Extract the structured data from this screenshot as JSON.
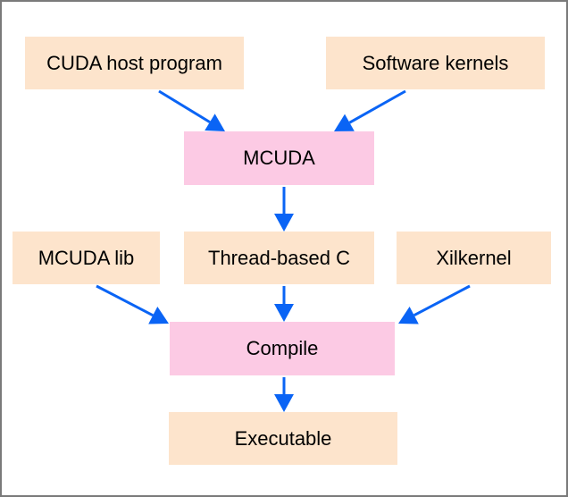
{
  "diagram": {
    "colors": {
      "input_box": "#fde4cc",
      "process_box": "#fccae4",
      "arrow": "#0a64f5",
      "border": "#7a7a7a"
    },
    "nodes": [
      {
        "id": "cuda-host",
        "label": "CUDA host program",
        "kind": "input_box"
      },
      {
        "id": "sw-kernels",
        "label": "Software kernels",
        "kind": "input_box"
      },
      {
        "id": "mcuda",
        "label": "MCUDA",
        "kind": "process_box"
      },
      {
        "id": "mcuda-lib",
        "label": "MCUDA lib",
        "kind": "input_box"
      },
      {
        "id": "thread-c",
        "label": "Thread-based C",
        "kind": "input_box"
      },
      {
        "id": "xilkernel",
        "label": "Xilkernel",
        "kind": "input_box"
      },
      {
        "id": "compile",
        "label": "Compile",
        "kind": "process_box"
      },
      {
        "id": "executable",
        "label": "Executable",
        "kind": "input_box"
      }
    ],
    "edges": [
      {
        "from": "cuda-host",
        "to": "mcuda"
      },
      {
        "from": "sw-kernels",
        "to": "mcuda"
      },
      {
        "from": "mcuda",
        "to": "thread-c"
      },
      {
        "from": "mcuda-lib",
        "to": "compile"
      },
      {
        "from": "thread-c",
        "to": "compile"
      },
      {
        "from": "xilkernel",
        "to": "compile"
      },
      {
        "from": "compile",
        "to": "executable"
      }
    ]
  }
}
